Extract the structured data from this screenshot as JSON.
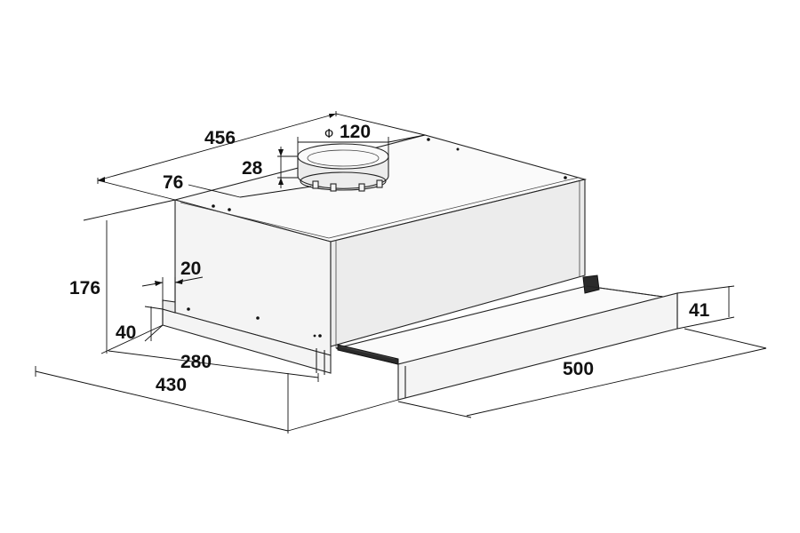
{
  "diagram": {
    "dimensions": {
      "total_width": "456",
      "duct_diameter": "120",
      "duct_symbol": "Φ",
      "duct_height": "28",
      "duct_offset": "76",
      "total_height": "176",
      "front_depth_offset": "20",
      "body_height": "40",
      "front_width": "280",
      "total_depth": "430",
      "drawer_depth": "500",
      "drawer_height": "41"
    }
  }
}
